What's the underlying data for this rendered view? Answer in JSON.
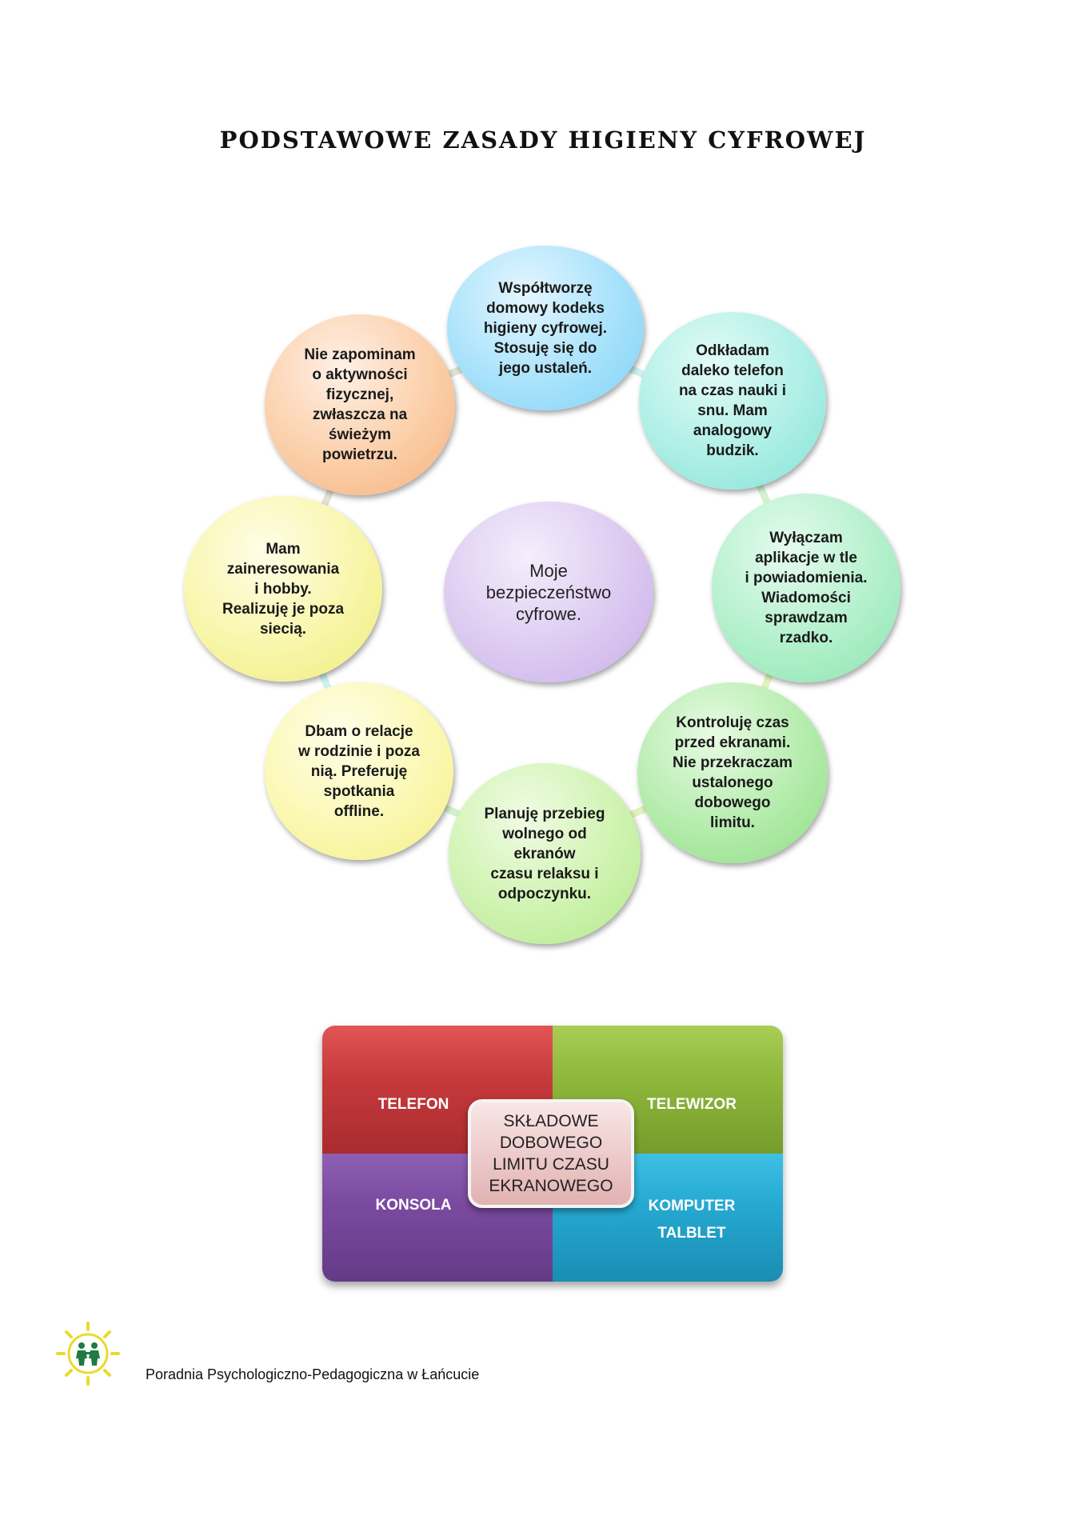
{
  "title": "PODSTAWOWE ZASADY HIGIENY CYFROWEJ",
  "cycle": {
    "center": "Moje\nbezpieczeństwo\ncyfrowe.",
    "items": [
      "Współtworzę\ndomowy kodeks\nhigieny cyfrowej.\nStosuję się do\njego ustaleń.",
      "Odkładam\ndaleko telefon\nna czas nauki i\nsnu. Mam\nanalogowy\nbudzik.",
      "Wyłączam\naplikacje w tle\ni powiadomienia.\nWiadomości\nsprawdzam\nrzadko.",
      "Kontroluję czas\nprzed ekranami.\nNie przekraczam\nustalonego\ndobowego\nlimitu.",
      "Planuję przebieg\nwolnego od\nekranów\nczasu relaksu i\nodpoczynku.",
      "Dbam o relacje\nw rodzinie i poza\nnią. Preferuję\nspotkania\noffline.",
      "Mam\nzaineresowania\ni hobby.\nRealizuję je poza\nsiecią.",
      "Nie zapominam\no aktywności\nfizycznej,\nzwłaszcza na\nświeżym\npowietrzu."
    ]
  },
  "matrix": {
    "center": "SKŁADOWE\nDOBOWEGO\nLIMITU CZASU\nEKRANOWEGO",
    "top_left": "TELEFON",
    "top_right": "TELEWIZOR",
    "bottom_left": "KONSOLA",
    "bottom_right": "KOMPUTER",
    "bottom_right_2": "TALBLET"
  },
  "footer": {
    "text": "Poradnia Psychologiczno-Pedagogiczna w Łańcucie"
  }
}
